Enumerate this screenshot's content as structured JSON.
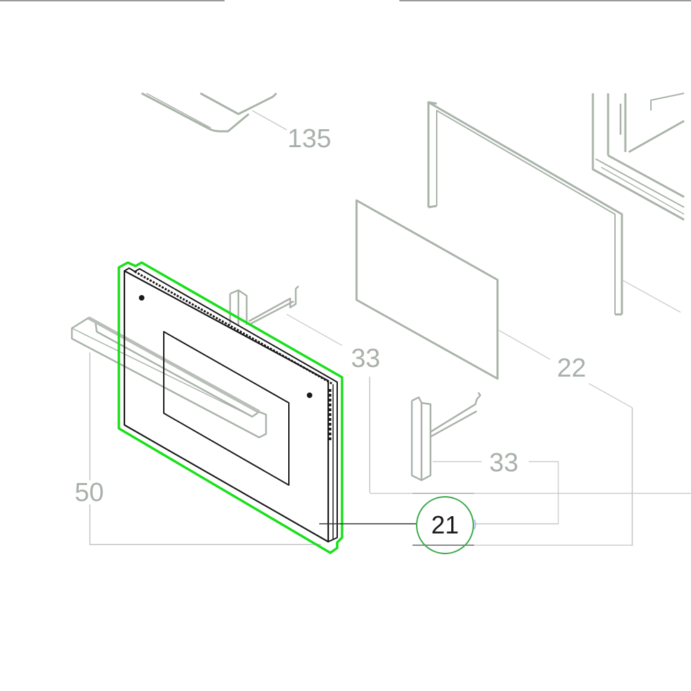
{
  "diagram": {
    "type": "exploded-parts-diagram",
    "subject": "oven door assembly",
    "colors": {
      "background": "#ffffff",
      "inactive_part_stroke": "#a9b3a9",
      "active_part_stroke": "#1a1a1a",
      "highlight_outline": "#17e017",
      "callout_circle": "#3aaa4a",
      "inactive_label": "#a9b0aa",
      "active_label": "#1a1a1a",
      "leader_line": "#c4c4c4"
    },
    "callouts": [
      {
        "id": "135",
        "label": "135",
        "part": "top panel / tray",
        "active": false
      },
      {
        "id": "33a",
        "label": "33",
        "part": "door hinge (upper)",
        "active": false
      },
      {
        "id": "22",
        "label": "22",
        "part": "inner glass panel",
        "active": false
      },
      {
        "id": "33b",
        "label": "33",
        "part": "door hinge (lower)",
        "active": false
      },
      {
        "id": "50",
        "label": "50",
        "part": "door handle",
        "active": false
      },
      {
        "id": "21",
        "label": "21",
        "part": "outer door assembly",
        "active": true
      }
    ],
    "selected_part": "21"
  }
}
